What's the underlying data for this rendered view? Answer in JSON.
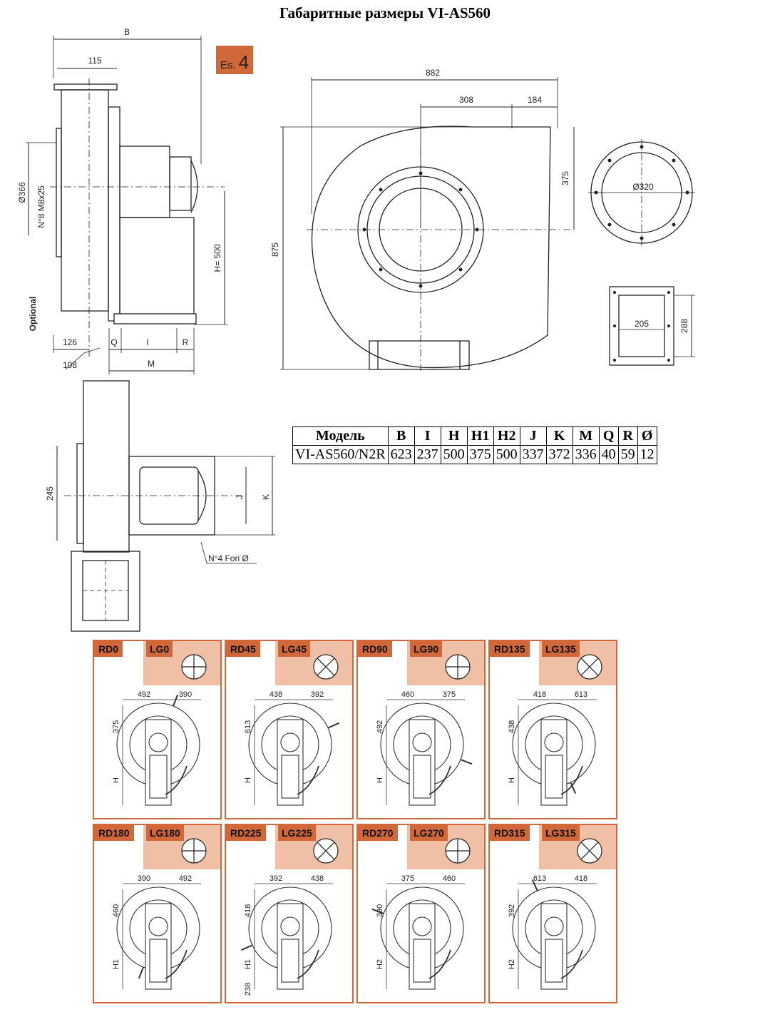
{
  "title": "Габаритные размеры VI-AS560",
  "badge": {
    "prefix": "Es.",
    "number": "4"
  },
  "side_view": {
    "dims": {
      "B": "B",
      "d115": "115",
      "d366": "Ø366",
      "bolts": "N°8 M8x25",
      "optional": "Optional",
      "d126": "126",
      "d108": "108",
      "Q": "Q",
      "I": "I",
      "R": "R",
      "M": "M",
      "H": "H= 500"
    }
  },
  "front_view": {
    "dims": {
      "d882": "882",
      "d308": "308",
      "d184": "184",
      "d375": "375",
      "d875": "875"
    }
  },
  "inlet_flange": {
    "dia": "Ø320"
  },
  "outlet_flange": {
    "w": "205",
    "h": "288"
  },
  "top_view": {
    "d245": "245",
    "J": "J",
    "K": "K",
    "holes": "N°4 Fori Ø"
  },
  "spec_table": {
    "headers": [
      "Модель",
      "B",
      "I",
      "H",
      "H1",
      "H2",
      "J",
      "K",
      "M",
      "Q",
      "R",
      "Ø"
    ],
    "rows": [
      [
        "VI-AS560/N2R",
        "623",
        "237",
        "500",
        "375",
        "500",
        "337",
        "372",
        "336",
        "40",
        "59",
        "12"
      ]
    ]
  },
  "orientations": [
    {
      "rd": "RD0",
      "lg": "LG0",
      "top": [
        "492",
        "390"
      ],
      "left": [
        "375",
        "H"
      ]
    },
    {
      "rd": "RD45",
      "lg": "LG45",
      "top": [
        "438",
        "392"
      ],
      "left": [
        "613",
        "H"
      ]
    },
    {
      "rd": "RD90",
      "lg": "LG90",
      "top": [
        "460",
        "375"
      ],
      "left": [
        "492",
        "H"
      ]
    },
    {
      "rd": "RD135",
      "lg": "LG135",
      "top": [
        "418",
        "613"
      ],
      "left": [
        "438",
        "H"
      ]
    },
    {
      "rd": "RD180",
      "lg": "LG180",
      "top": [
        "390",
        "492"
      ],
      "left": [
        "460",
        "H1"
      ]
    },
    {
      "rd": "RD225",
      "lg": "LG225",
      "top": [
        "392",
        "438"
      ],
      "left": [
        "418",
        "H1",
        "238"
      ]
    },
    {
      "rd": "RD270",
      "lg": "LG270",
      "top": [
        "375",
        "460"
      ],
      "left": [
        "390",
        "H2"
      ]
    },
    {
      "rd": "RD315",
      "lg": "LG315",
      "top": [
        "613",
        "418"
      ],
      "left": [
        "392",
        "H2"
      ]
    }
  ]
}
